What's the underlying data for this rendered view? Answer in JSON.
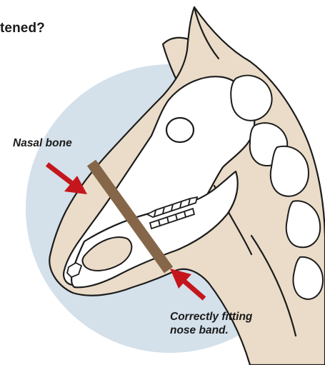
{
  "figure": {
    "title_fragment": "tened?",
    "labels": {
      "nasal_bone": "Nasal bone",
      "noseband_line1": "Correctly fitting",
      "noseband_line2": "nose band."
    },
    "colors": {
      "background_circle": "#d4e0ea",
      "horse_coat": "#eadcc8",
      "outline": "#1c1c1c",
      "bone_fill": "#ffffff",
      "noseband": "#8b6a4c",
      "arrow": "#c4161c"
    }
  }
}
